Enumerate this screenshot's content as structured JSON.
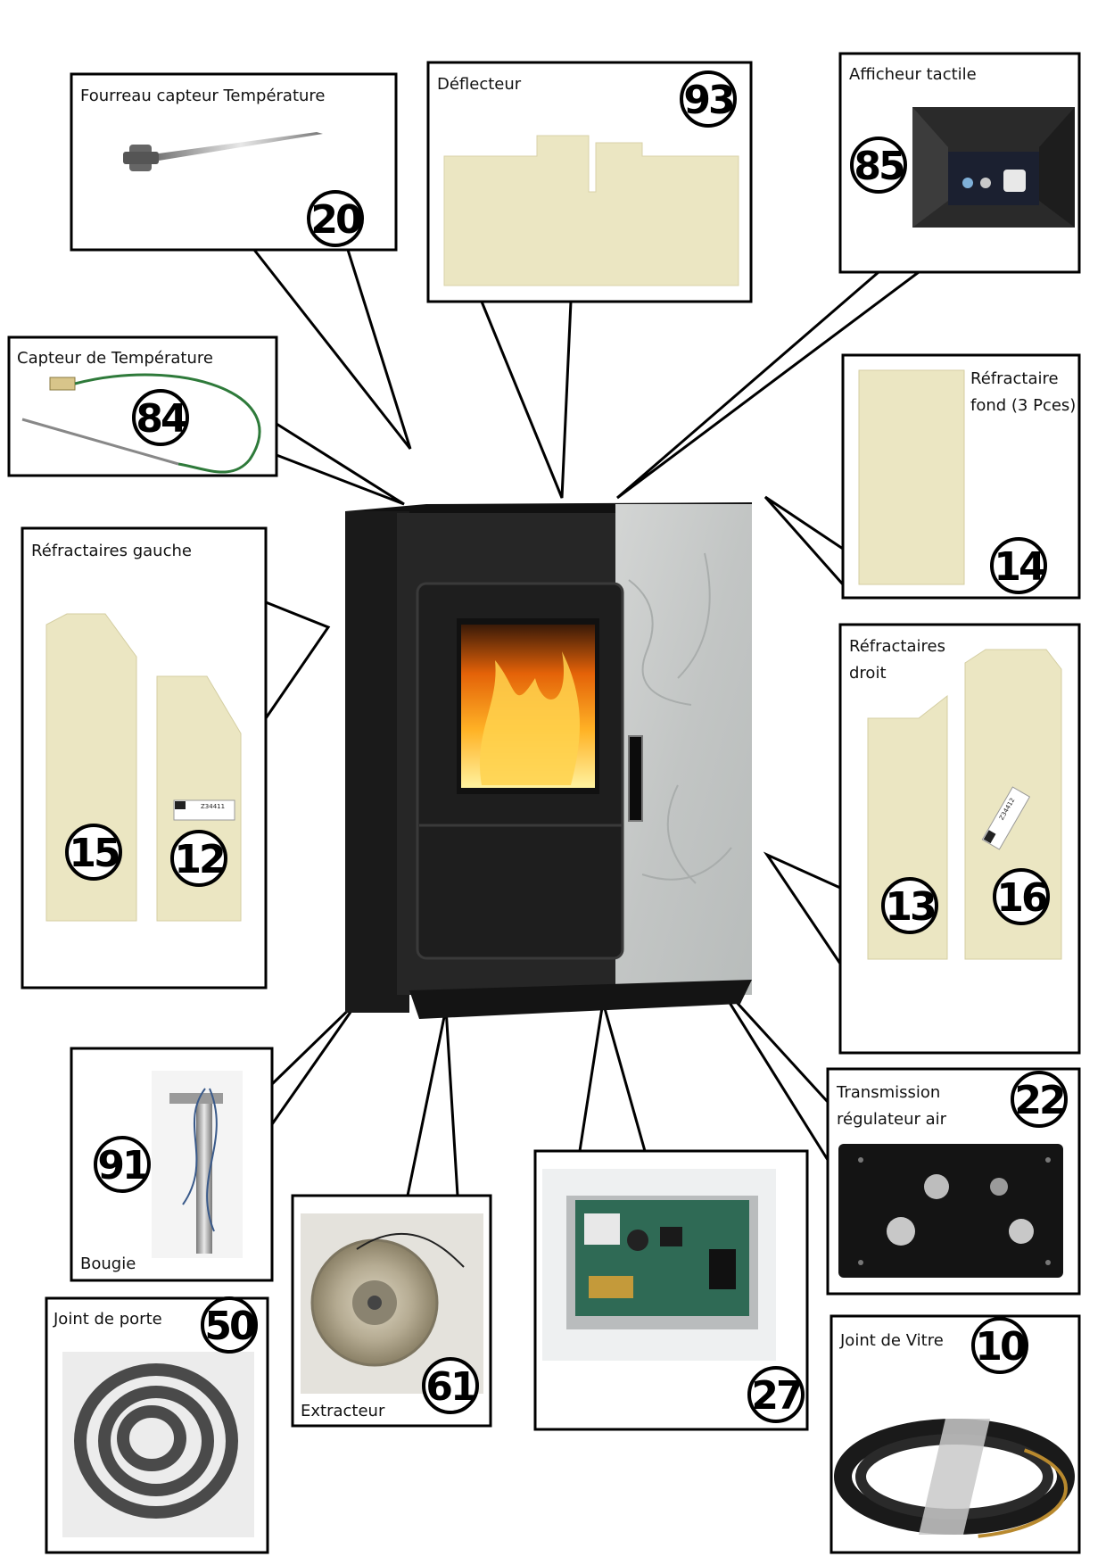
{
  "parts": [
    {
      "id": "p20",
      "number": "20",
      "label": [
        "Fourreau capteur Température"
      ]
    },
    {
      "id": "p93",
      "number": "93",
      "label": [
        "Déflecteur"
      ]
    },
    {
      "id": "p85",
      "number": "85",
      "label": [
        "Afficheur tactile"
      ]
    },
    {
      "id": "p84",
      "number": "84",
      "label": [
        "Capteur de Température"
      ]
    },
    {
      "id": "p14",
      "number": "14",
      "label": [
        "Réfractaire",
        "fond (3 Pces)"
      ]
    },
    {
      "id": "p15_12",
      "number": "",
      "label": [
        "Réfractaires gauche"
      ]
    },
    {
      "id": "p15",
      "number": "15",
      "label": []
    },
    {
      "id": "p12",
      "number": "12",
      "label": []
    },
    {
      "id": "p13_16",
      "number": "",
      "label": [
        "Réfractaires",
        "droit"
      ]
    },
    {
      "id": "p13",
      "number": "13",
      "label": []
    },
    {
      "id": "p16",
      "number": "16",
      "label": []
    },
    {
      "id": "p91",
      "number": "91",
      "label": [
        "Bougie"
      ]
    },
    {
      "id": "p22",
      "number": "22",
      "label": [
        "Transmission",
        "régulateur air"
      ]
    },
    {
      "id": "p50",
      "number": "50",
      "label": [
        "Joint de porte"
      ]
    },
    {
      "id": "p61",
      "number": "61",
      "label": [
        "Extracteur"
      ]
    },
    {
      "id": "p27",
      "number": "27",
      "label": []
    },
    {
      "id": "p10",
      "number": "10",
      "label": [
        "Joint de Vitre"
      ]
    }
  ],
  "stickers": {
    "left": "Z34411",
    "right": "Z34412"
  },
  "colors": {
    "stove_body": "#232323",
    "stone_panel": "#c5c8c8",
    "refractory": "#ebe6c2",
    "outline": "#000000"
  }
}
